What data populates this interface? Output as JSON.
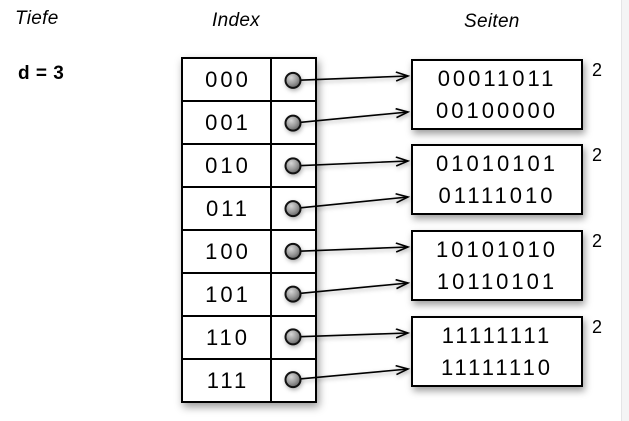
{
  "labels": {
    "depth_title": "Tiefe",
    "depth_value": "d = 3",
    "index_title": "Index",
    "pages_title": "Seiten"
  },
  "index": {
    "rows": [
      "000",
      "001",
      "010",
      "011",
      "100",
      "101",
      "110",
      "111"
    ]
  },
  "pages": [
    {
      "entries": [
        "00011011",
        "00100000"
      ],
      "local_depth": "2"
    },
    {
      "entries": [
        "01010101",
        "01111010"
      ],
      "local_depth": "2"
    },
    {
      "entries": [
        "10101010",
        "10110101"
      ],
      "local_depth": "2"
    },
    {
      "entries": [
        "11111111",
        "11111110"
      ],
      "local_depth": "2"
    }
  ],
  "colors": {
    "line": "#000000",
    "box_fill": "#ffffff",
    "dot_outline": "#111111",
    "background": "#ffffff"
  }
}
